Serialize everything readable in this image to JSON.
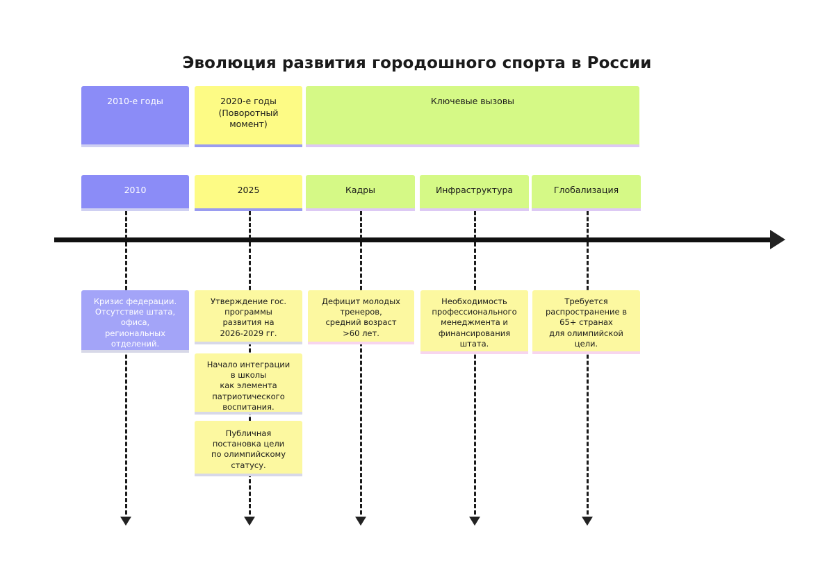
{
  "page": {
    "title": "Эволюция развития городошного спорта в России",
    "background_color": "#ffffff"
  },
  "colors": {
    "purple": "#8b8cf7",
    "yellow": "#fdfb85",
    "green": "#d5f986",
    "note_yellow": "#fcf8a0",
    "note_purple": "#a3a4f8",
    "axis": "#111111",
    "title_text": "#1a1a1a"
  },
  "axis": {
    "name": "timeline-axis",
    "direction": "left-to-right",
    "arrowhead": "right-arrow-icon"
  },
  "columns": [
    {
      "id": "col-2010",
      "era_label": "2010-е годы",
      "era_theme": "purple",
      "marker_label": "2010",
      "marker_theme": "purple",
      "notes": [
        {
          "text": "Кризис федерации.\nОтсутствие штата,\nофиса,\nрегиональных\nотделений.",
          "theme": "purple-note"
        }
      ]
    },
    {
      "id": "col-2025",
      "era_label": "2020-е годы\n(Поворотный\nмомент)",
      "era_theme": "yellow",
      "marker_label": "2025",
      "marker_theme": "yellow",
      "notes": [
        {
          "text": "Утверждение гос.\nпрограммы\nразвития на\n2026-2029 гг.",
          "theme": "yellow-note"
        },
        {
          "text": "Начало интеграции\nв школы\nкак элемента\nпатриотического\nвоспитания.",
          "theme": "yellow-note"
        },
        {
          "text": "Публичная\nпостановка цели\nпо олимпийскому\nстатусу.",
          "theme": "yellow-note"
        }
      ]
    },
    {
      "id": "col-kadry",
      "era_label": "Ключевые вызовы",
      "era_theme": "green",
      "marker_label": "Кадры",
      "marker_theme": "green",
      "notes": [
        {
          "text": "Дефицит молодых\nтренеров,\nсредний возраст\n>60 лет.",
          "theme": "yellow-note-pink"
        }
      ]
    },
    {
      "id": "col-infrastructure",
      "era_label": "",
      "era_theme": "green",
      "marker_label": "Инфраструктура",
      "marker_theme": "green",
      "notes": [
        {
          "text": "Необходимость\nпрофессионального\nменеджмента и\nфинансирования\nштата.",
          "theme": "yellow-note-pink"
        }
      ]
    },
    {
      "id": "col-globalization",
      "era_label": "",
      "era_theme": "green",
      "marker_label": "Глобализация",
      "marker_theme": "green",
      "notes": [
        {
          "text": "Требуется\nраспространение в\n65+ странах\nдля олимпийской\nцели.",
          "theme": "yellow-note-pink"
        }
      ]
    }
  ],
  "era_row": [
    {
      "label": "2010-е годы",
      "theme": "purple"
    },
    {
      "label": "2020-е годы\n(Поворотный\nмомент)",
      "theme": "yellow"
    },
    {
      "label": "Ключевые вызовы",
      "theme": "green"
    }
  ],
  "marker_row": [
    {
      "label": "2010",
      "theme": "purple"
    },
    {
      "label": "2025",
      "theme": "yellow"
    },
    {
      "label": "Кадры",
      "theme": "green"
    },
    {
      "label": "Инфраструктура",
      "theme": "green"
    },
    {
      "label": "Глобализация",
      "theme": "green"
    }
  ],
  "notes": {
    "c1n1": "Кризис федерации.\nОтсутствие штата,\nофиса,\nрегиональных\nотделений.",
    "c2n1": "Утверждение гос.\nпрограммы\nразвития на\n2026-2029 гг.",
    "c2n2": "Начало интеграции\nв школы\nкак элемента\nпатриотического\nвоспитания.",
    "c2n3": "Публичная\nпостановка цели\nпо олимпийскому\nстатусу.",
    "c3n1": "Дефицит молодых\nтренеров,\nсредний возраст\n>60 лет.",
    "c4n1": "Необходимость\nпрофессионального\nменеджмента и\nфинансирования\nштата.",
    "c5n1": "Требуется\nраспространение в\n65+ странах\nдля олимпийской\nцели."
  }
}
